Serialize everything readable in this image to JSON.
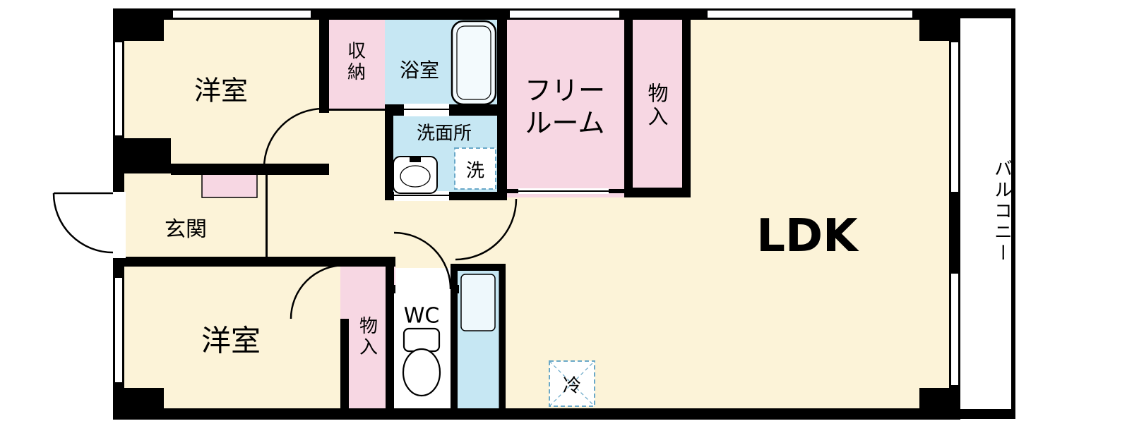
{
  "rooms": {
    "bedroom_top": {
      "label": "洋室"
    },
    "closet_top": {
      "label": "収納"
    },
    "bathroom": {
      "label": "浴室"
    },
    "washroom": {
      "label": "洗面所"
    },
    "washer_space": {
      "label": "洗"
    },
    "free_room": {
      "label": "フリー\nルーム"
    },
    "storage_top": {
      "label": "物入"
    },
    "ldk": {
      "label": "LDK"
    },
    "balcony": {
      "label": "バルコニー"
    },
    "entrance": {
      "label": "玄関"
    },
    "bedroom_bottom": {
      "label": "洋室"
    },
    "storage_bottom": {
      "label": "物入"
    },
    "wc": {
      "label": "WC"
    },
    "refrigerator_space": {
      "label": "冷"
    }
  },
  "colors": {
    "floor_cream": "#fcf3d8",
    "closet_pink": "#f7d7e3",
    "wet_area_blue": "#c6e7f3",
    "wall_black": "#000000",
    "background_white": "#ffffff",
    "dashed_outline_blue": "#69a8c8"
  },
  "fixtures": {
    "icons": [
      "bathtub-icon",
      "sink-icon",
      "toilet-icon",
      "washing-machine-area-icon",
      "refrigerator-area-icon",
      "shoe-cabinet",
      "tall-cabinet-icon",
      "door-swing-arc",
      "window-double-line"
    ]
  }
}
